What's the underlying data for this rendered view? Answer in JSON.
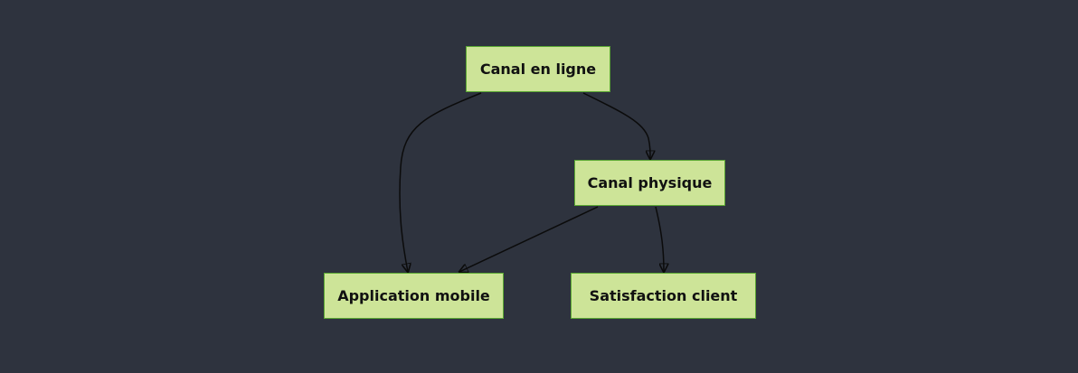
{
  "diagram": {
    "type": "flowchart",
    "colors": {
      "background": "#2e333e",
      "node_fill": "#cde498",
      "node_border": "#5aa832",
      "edge": "#0b0b0b",
      "text": "#111111"
    },
    "nodes": {
      "online": {
        "label": "Canal en ligne"
      },
      "physical": {
        "label": "Canal physique"
      },
      "mobile": {
        "label": "Application mobile"
      },
      "satisfaction": {
        "label": "Satisfaction client"
      }
    },
    "edges": [
      {
        "from": "Canal en ligne",
        "to": "Application mobile"
      },
      {
        "from": "Canal en ligne",
        "to": "Canal physique"
      },
      {
        "from": "Canal physique",
        "to": "Application mobile"
      },
      {
        "from": "Canal physique",
        "to": "Satisfaction client"
      }
    ]
  }
}
